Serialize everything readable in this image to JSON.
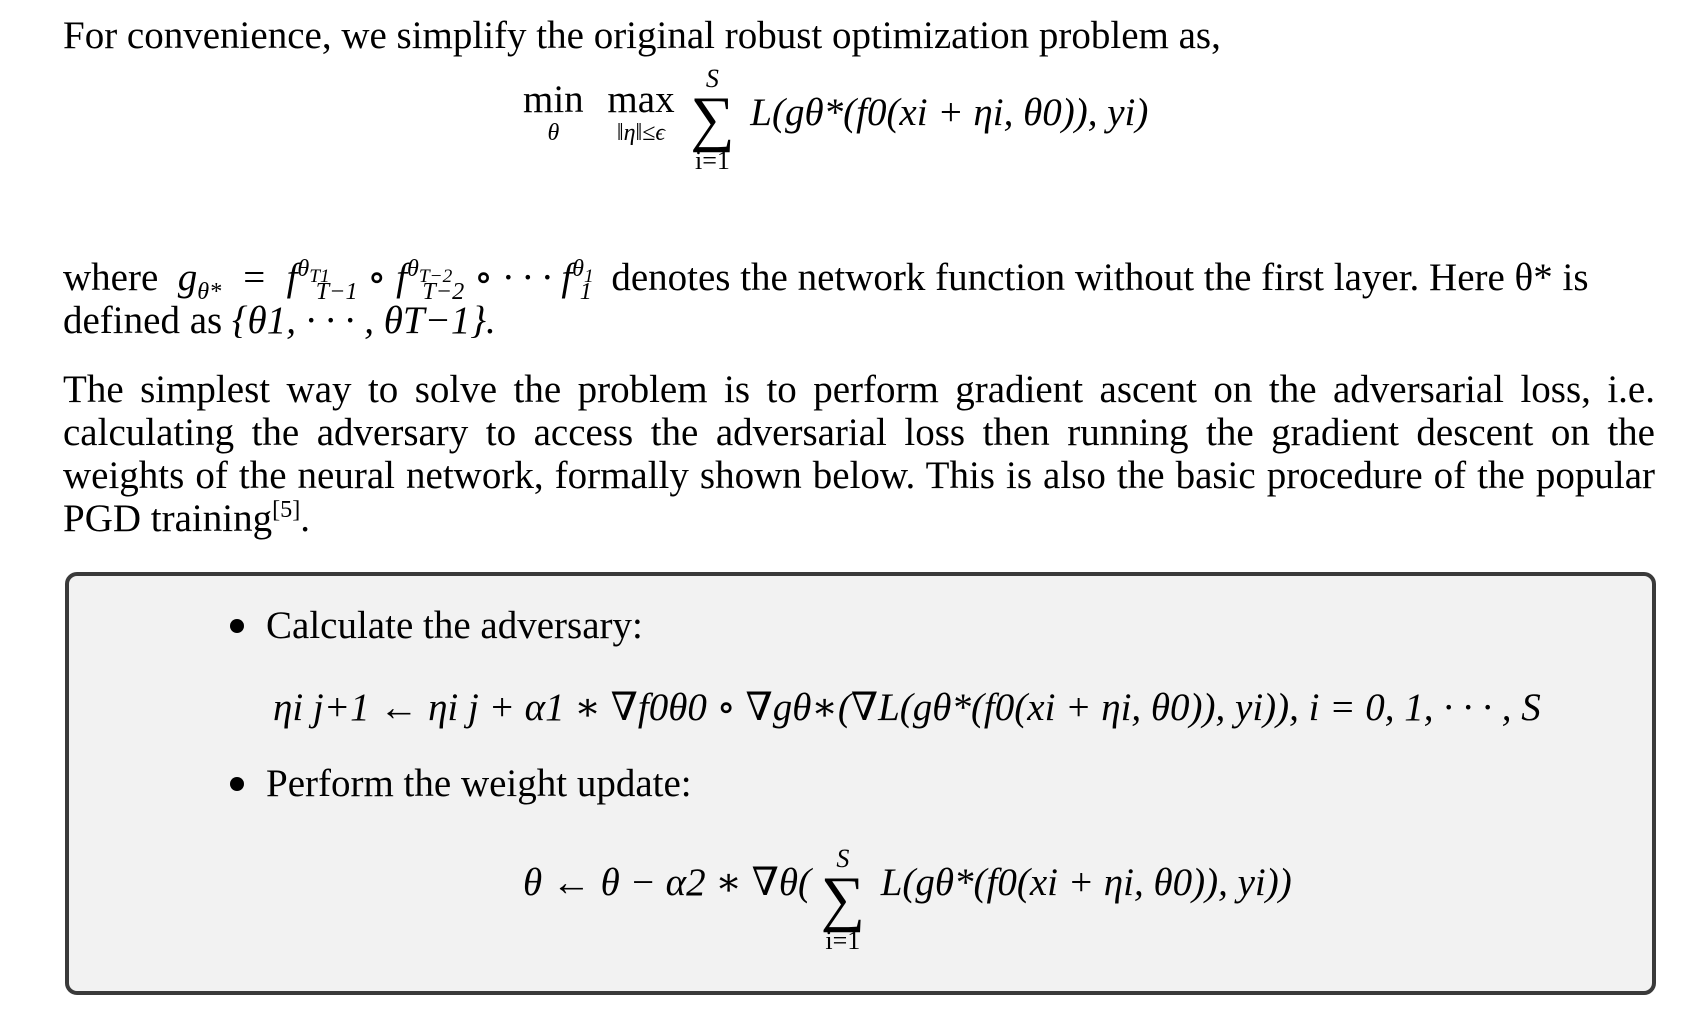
{
  "intro_text": "For convenience, we simplify the original robust optimization problem as,",
  "eq1": {
    "min": "min",
    "min_sub": "θ",
    "max": "max",
    "max_sub": "‖η‖≤ϵ",
    "sum_top": "S",
    "sum_bot": "i=1",
    "body": "L(gθ*(f0(xi + ηi, θ0)), yi)"
  },
  "where_para": {
    "lead": "where",
    "rest": "denotes the network function without the first layer. Here θ* is",
    "line2_lead": "defined as",
    "set": "{θ1, · · · , θT−1}."
  },
  "simplest_para": {
    "line1": "The simplest way to solve the problem is to perform gradient ascent on the adversarial loss, i.e.",
    "line2": "calculating the adversary to access the adversarial loss then running the gradient descent on the",
    "line3": "weights of the neural network, formally shown below. This is also the basic procedure of the popular",
    "line4": "PGD training",
    "citation": "[5]",
    "end": "."
  },
  "box": {
    "bullet1": "Calculate the adversary:",
    "eq2": "ηi j+1 ← ηi j + α1 ∗ ∇f0θ0 ∘ ∇gθ∗(∇L(gθ*(f0(xi + ηi, θ0)), yi)), i = 0, 1, · · · , S",
    "bullet2": "Perform the weight update:",
    "eq3": {
      "lhs": "θ ← θ − α2 ∗ ∇θ(",
      "sum_top": "S",
      "sum_bot": "i=1",
      "body": "L(gθ*(f0(xi + ηi, θ0)), yi))"
    }
  }
}
